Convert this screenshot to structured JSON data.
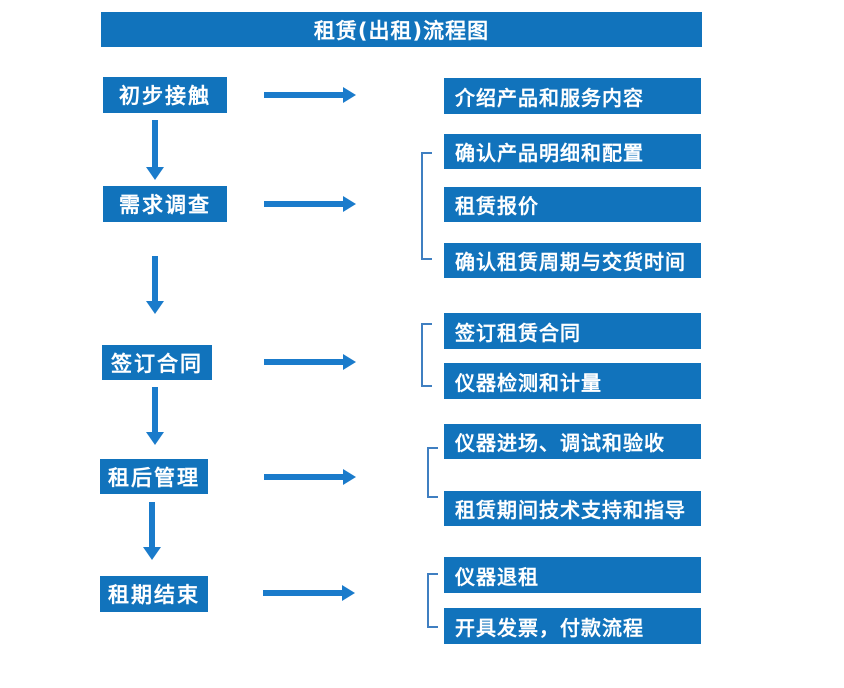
{
  "title": "租赁(出租)流程图",
  "colors": {
    "box": "#1173BC",
    "arrow": "#1A7BCB",
    "bracket": "#3F7FC1",
    "text": "#FFFFFF",
    "background": "#FFFFFF"
  },
  "steps": [
    {
      "label": "初步接触",
      "details": [
        "介绍产品和服务内容"
      ]
    },
    {
      "label": "需求调查",
      "details": [
        "确认产品明细和配置",
        "租赁报价",
        "确认租赁周期与交货时间"
      ]
    },
    {
      "label": "签订合同",
      "details": [
        "签订租赁合同",
        "仪器检测和计量"
      ]
    },
    {
      "label": "租后管理",
      "details": [
        "仪器进场、调试和验收",
        "租赁期间技术支持和指导"
      ]
    },
    {
      "label": "租期结束",
      "details": [
        "仪器退租",
        "开具发票，付款流程"
      ]
    }
  ]
}
